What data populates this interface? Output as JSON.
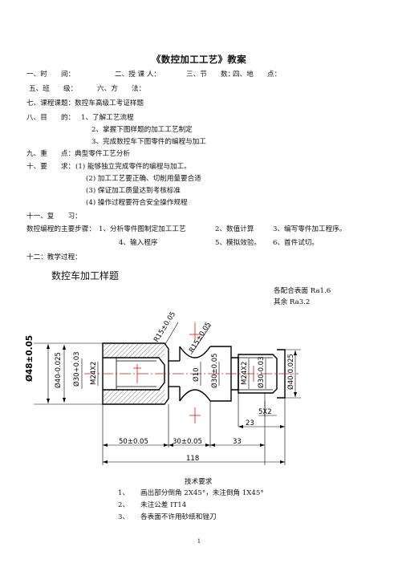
{
  "doc": {
    "title": "《数控加工工艺》教案",
    "header_rows": [
      {
        "items": [
          "一、时　　间：",
          "二、授 课 人：",
          "三、节　　数：",
          "四、地　　点："
        ]
      },
      {
        "items": [
          "五、班　　级：",
          "六、方　　法："
        ]
      }
    ],
    "topic": "七、课程课题：数控车高级工考证样题",
    "goals_label": "八、目　　的：",
    "goals": [
      "1、了解工艺流程",
      "2、掌握下图样题的加工工艺制定",
      "3、完成数控车下图零件的编程与加工"
    ],
    "focus": "九、重　　点：典型零件工艺分析",
    "req_label": "十、要　　求：",
    "reqs": [
      "(1) 能够独立完成零件的编程与加工。",
      "(2) 加工工艺要正确、切削用量要合适",
      "(3) 保证加工质量达到考核标准",
      "(4) 操作过程要符合安全操作规程"
    ],
    "review_label": "十一、复　　习：",
    "review_line1": [
      "数控编程的主要步骤：",
      "1、分析零件图制定加工工艺",
      "2、数值计算",
      "3、编写零件加工程序。"
    ],
    "review_line2": [
      "4、输入程序",
      "5、模拟效验。",
      "6、首件试切。"
    ],
    "process": "十二：教学过程：",
    "drawing_title": "数控车加工样题",
    "surface_notes": [
      "各配合表面 Ra1.6",
      "其余 Ra3.2"
    ],
    "tech_title": "技术要求",
    "tech_items": [
      {
        "no": "1、",
        "text": "画出部分倒角 2X45°，未注倒角 1X45°"
      },
      {
        "no": "2、",
        "text": "未注公差 IT14"
      },
      {
        "no": "3、",
        "text": "各表面不许用砂纸和锉刀"
      }
    ],
    "page_number": "1"
  },
  "drawing": {
    "dims": {
      "d48": "Ø48±0.05",
      "d40a": "Ø40-0.025",
      "d30a": "Ø30+0.03",
      "m24a": "M24X2",
      "d10": "Ø10",
      "d30b": "Ø30±0.05",
      "m24b": "M24X2",
      "d30c": "Ø30-0.03",
      "d40b": "Ø40-0.025",
      "r15a": "R15±0.05",
      "r15b": "R15±0.05",
      "l5x2": "5X2",
      "l23": "23",
      "l50": "50±0.05",
      "l30": "30±0.05",
      "l33": "33",
      "l118": "118"
    }
  }
}
